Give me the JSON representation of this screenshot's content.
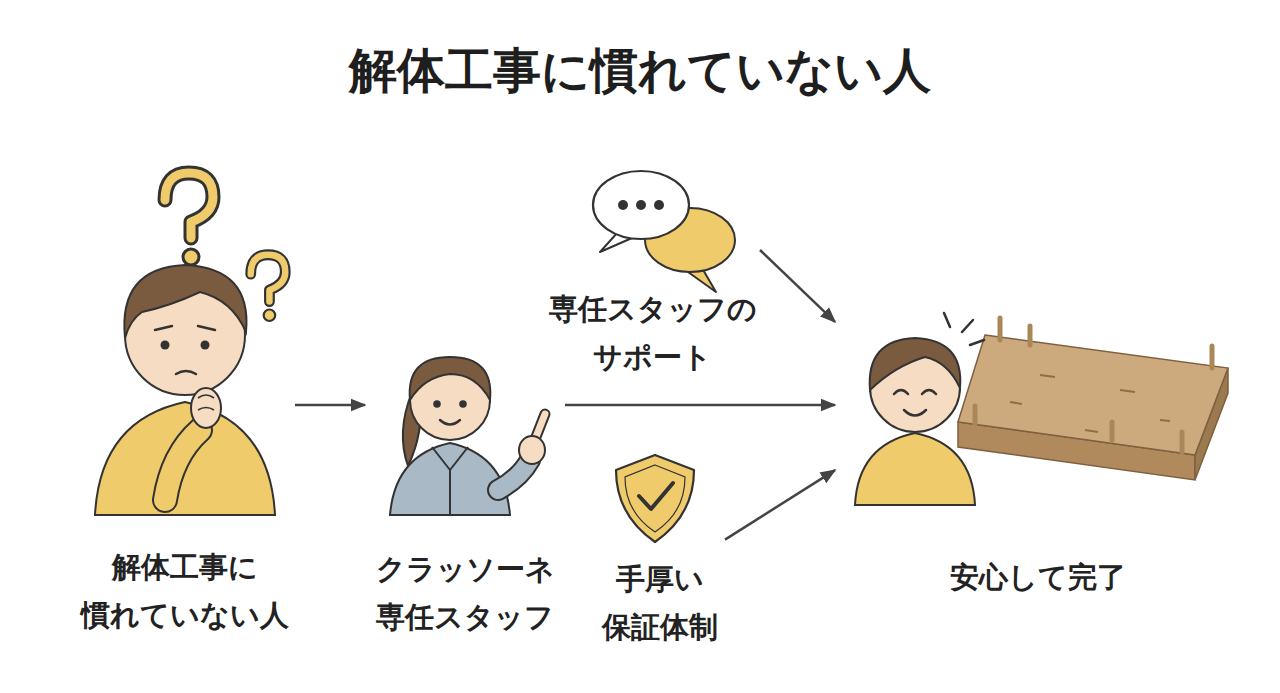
{
  "diagram": {
    "title": "解体工事に慣れていない人",
    "nodes": [
      {
        "text": [
          "解体工事に 慣れていない人"
        ]
      },
      {
        "text": [
          "クラッソーネ 専任スタッフ"
        ]
      },
      {
        "text": [
          "専任スタッフの サポート"
        ]
      },
      {
        "text": [
          "手厚い 保証体制"
        ]
      },
      {
        "text": [
          "安心して完了"
        ]
      }
    ],
    "edges": [
      {
        "from": 0,
        "to": 1,
        "arrow": "to"
      },
      {
        "from": 1,
        "to": 4,
        "arrow": "to"
      },
      {
        "from": 2,
        "to": 4,
        "arrow": "to"
      },
      {
        "from": 3,
        "to": 4,
        "arrow": "to"
      }
    ]
  }
}
